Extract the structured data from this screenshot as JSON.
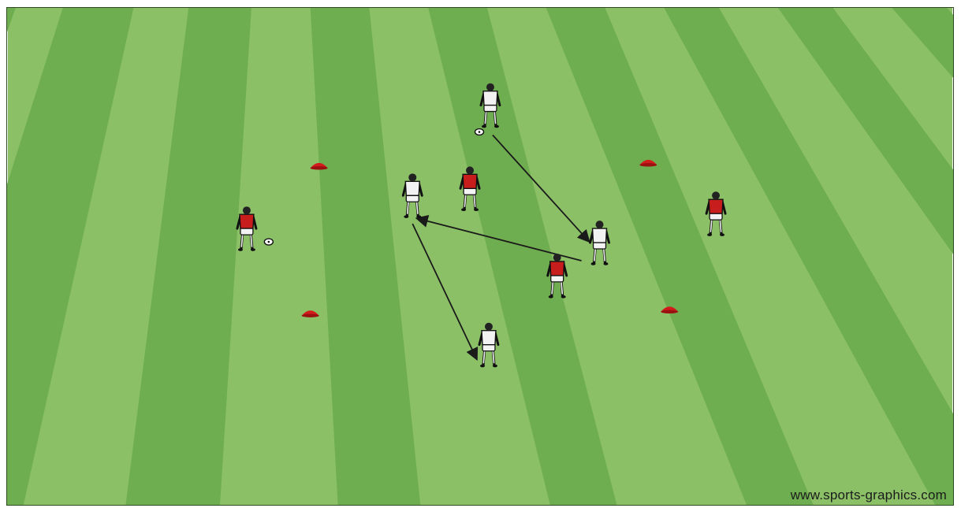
{
  "watermark": "www.sports-graphics.com",
  "colors": {
    "pitch_light": "#8bc067",
    "pitch_dark": "#6fae50",
    "team_attack": "#f2f2f2",
    "team_defend": "#c81d1d",
    "cone": "#d21c1c",
    "arrow": "#1a1a1a"
  },
  "players": [
    {
      "id": "white-top",
      "team": "attack"
    },
    {
      "id": "white-center",
      "team": "attack"
    },
    {
      "id": "white-right",
      "team": "attack"
    },
    {
      "id": "white-bottom",
      "team": "attack"
    },
    {
      "id": "red-center",
      "team": "defend"
    },
    {
      "id": "red-left",
      "team": "defend"
    },
    {
      "id": "red-right",
      "team": "defend"
    },
    {
      "id": "red-near-right",
      "team": "defend"
    }
  ],
  "cones": 4,
  "balls": 2,
  "passes": [
    {
      "from": "white-top",
      "to": "white-right"
    },
    {
      "from": "white-right",
      "to": "white-center"
    },
    {
      "from": "white-center",
      "to": "white-bottom"
    }
  ]
}
